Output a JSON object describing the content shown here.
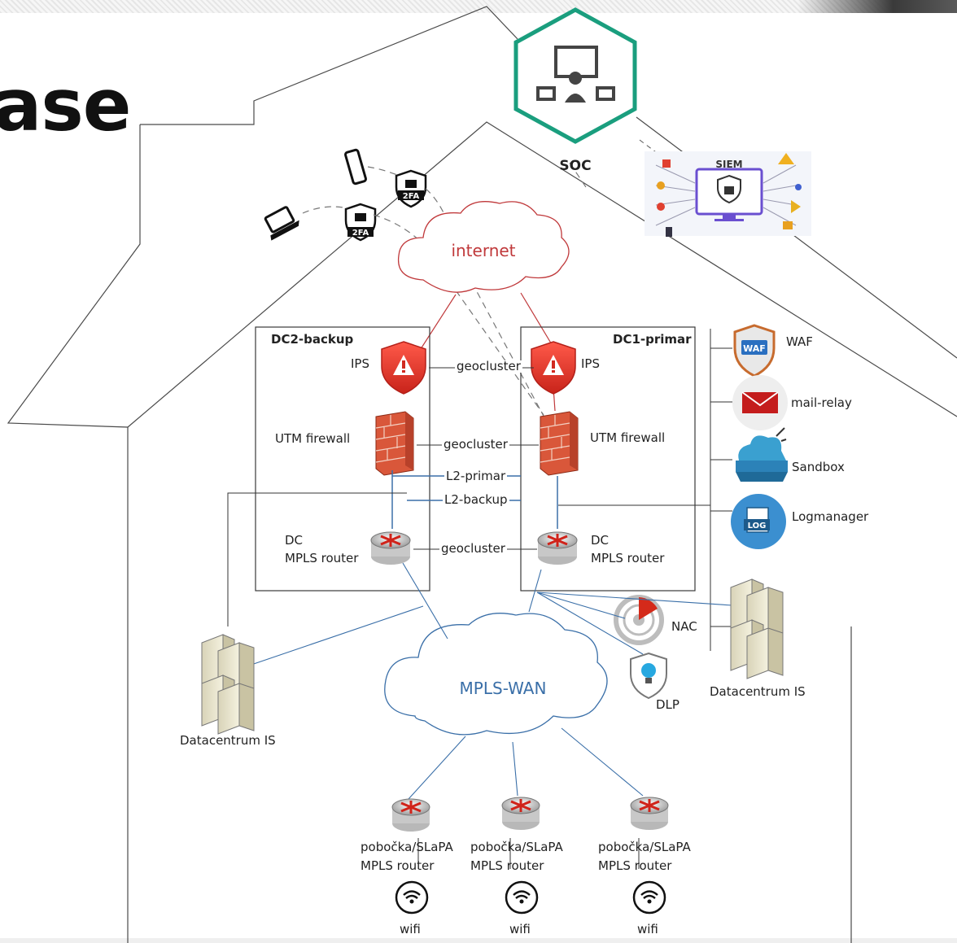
{
  "slide": {
    "title_fragment": "ase"
  },
  "top": {
    "soc": "SOC",
    "siem": "SIEM",
    "tfa_1": "2FA",
    "tfa_2": "2FA",
    "internet": "internet"
  },
  "dc2": {
    "title": "DC2-backup",
    "ips": "IPS",
    "firewall": "UTM firewall",
    "router_line1": "DC",
    "router_line2": "MPLS router"
  },
  "dc1": {
    "title": "DC1-primar",
    "ips": "IPS",
    "firewall": "UTM firewall",
    "router_line1": "DC",
    "router_line2": "MPLS router"
  },
  "links": {
    "geocluster_ips": "geocluster",
    "geocluster_fw": "geocluster",
    "l2_primar": "L2-primar",
    "l2_backup": "L2-backup",
    "geocluster_router": "geocluster"
  },
  "services": {
    "waf": "WAF",
    "waf_badge": "WAF",
    "mail": "mail-relay",
    "sandbox": "Sandbox",
    "logmanager": "Logmanager",
    "log_badge": "LOG"
  },
  "nac": "NAC",
  "dlp": "DLP",
  "datacenter_left": "Datacentrum IS",
  "datacenter_right": "Datacentrum IS",
  "mpls_wan": "MPLS-WAN",
  "branches": [
    {
      "line1": "pobočka/SLaPA",
      "line2": "MPLS router",
      "wifi": "wifi"
    },
    {
      "line1": "pobočka/SLaPA",
      "line2": "MPLS router",
      "wifi": "wifi"
    },
    {
      "line1": "pobočka/SLaPA",
      "line2": "MPLS router",
      "wifi": "wifi"
    }
  ],
  "colors": {
    "soc_green": "#1a9e7e",
    "internet_red": "#c0393b",
    "wan_blue": "#3a6fa8",
    "ips_red": "#e03b2d",
    "siem_purple": "#6a4fd0"
  }
}
